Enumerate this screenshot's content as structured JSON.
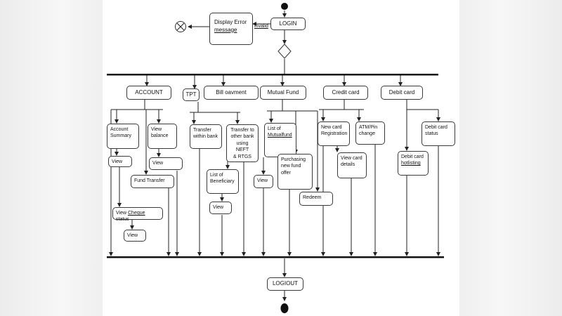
{
  "diagram": {
    "login": "LOGIN",
    "invalid": "invalid",
    "error_line1": "Display Error",
    "error_line2": "message",
    "logout": "LOGIOUT",
    "categories": {
      "account": "ACCOUNT",
      "tpt": "TPT",
      "bill": "Bill oavment",
      "mutual": "Mutual Fund",
      "credit": "Credit card",
      "debit": "Debit card"
    },
    "nodes": {
      "account_summary_1": "Account",
      "account_summary_2": "Summary",
      "view_balance_1": "View",
      "view_balance_2": "balance",
      "view_a": "View",
      "view_b": "View",
      "fund_transfer": "Fund Transfer",
      "cheque_prefix": "View ",
      "cheque_word": "Cheque",
      "cheque_suffix": " status",
      "view_c": "View",
      "transfer_within_1": "Transfer",
      "transfer_within_2": "within bank",
      "transfer_other_1": "Transfer to",
      "transfer_other_2": "other bank",
      "transfer_other_3": "using NEFT",
      "transfer_other_4": "& RTGS",
      "list_beneficiary_1": "List of",
      "list_beneficiary_2": "Beneficiary",
      "view_d": "View",
      "list_mf_1": "List of",
      "list_mf_2": "Mutualfund",
      "view_e": "View",
      "purchasing_1": "Purchasing",
      "purchasing_2": "new fund",
      "purchasing_3": "offer",
      "redeem": "Redeem",
      "new_card_1": "New card",
      "new_card_2": "Registration",
      "view_card_1": "View card",
      "view_card_2": "details",
      "atm_1": "ATM/Pin",
      "atm_2": "change",
      "debit_status_1": "Debit card",
      "debit_status_2": "status",
      "debit_hot_1": "Debit card",
      "debit_hot_2": "hotlisting"
    }
  }
}
